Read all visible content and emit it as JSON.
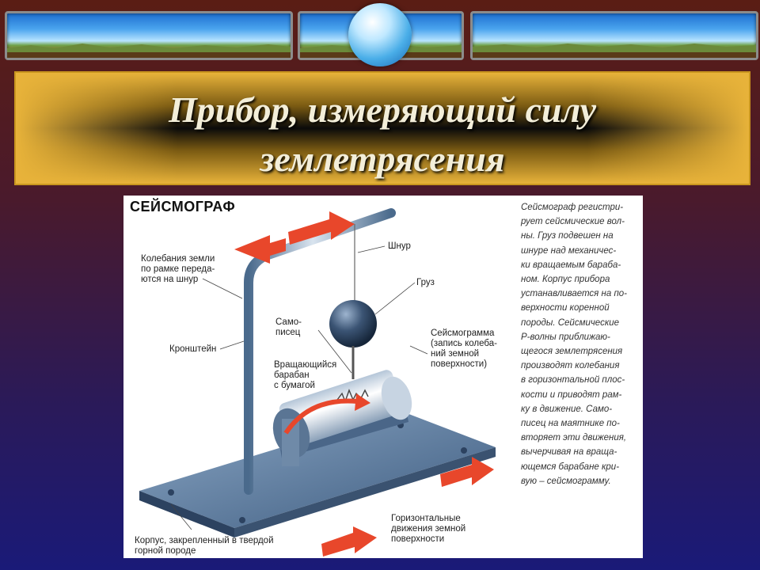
{
  "slide": {
    "title_line1": "Прибор, измеряющий силу",
    "title_line2": "землетрясения"
  },
  "figure": {
    "heading": "СЕЙСМОГРАФ",
    "labels": {
      "frame_vibration": [
        "Колебания земли",
        "по рамке переда-",
        "ются на шнур"
      ],
      "bracket": "Кронштейн",
      "cord": "Шнур",
      "weight": "Груз",
      "pen": [
        "Само-",
        "писец"
      ],
      "seismogram": [
        "Сейсмограмма",
        "(запись колеба-",
        "ний земной",
        "поверхности)"
      ],
      "drum": [
        "Вращающийся",
        "барабан",
        "с бумагой"
      ],
      "horizontal": [
        "Горизонтальные",
        "движения земной",
        "поверхности"
      ],
      "base": [
        "Корпус, закрепленный в твердой",
        "горной породе"
      ]
    },
    "description": [
      "Сейсмограф регистри-",
      "рует сейсмические вол-",
      "ны. Груз подвешен на",
      "шнуре над механичес-",
      "ки вращаемым бараба-",
      "ном. Корпус прибора",
      "устанавливается на по-",
      "верхности коренной",
      "породы. Сейсмические",
      "Р-волны приближаю-",
      "щегося землетрясения",
      "производят колебания",
      "в горизонтальной плос-",
      "кости и приводят рам-",
      "ку в движение. Само-",
      "писец на маятнике по-",
      "вторяет эти движения,",
      "вычерчивая на враща-",
      "ющемся барабане кри-",
      "вую – сейсмограмму."
    ]
  },
  "colors": {
    "arrow": "#e8472b",
    "metal": "#5d7ea3",
    "title_gold": "#e8b33a"
  }
}
